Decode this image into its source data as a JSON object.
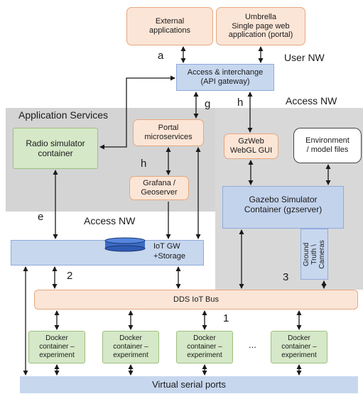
{
  "regions": {
    "application_services_title": "Application Services",
    "access_nw_top": "Access NW",
    "access_nw_middle": "Access NW",
    "user_nw": "User NW"
  },
  "boxes": {
    "external_apps": "External\napplications",
    "umbrella_spa": "Umbrella\nSingle page web\napplication (portal)",
    "api_gateway": "Access & interchange\n(API gateway)",
    "radio_simulator": "Radio simulator\ncontainer",
    "portal_microservices": "Portal\nmicroservices",
    "grafana": "Grafana /\nGeoserver",
    "gzweb": "GzWeb\nWebGL GUI",
    "environment_files": "Environment\n/ model files",
    "gazebo": "Gazebo Simulator\nContainer (gzserver)",
    "ground_truth": "Ground\nTruth \\\nCameras",
    "iot_gw": "IoT GW\n+Storage",
    "dds_bus": "DDS IoT Bus",
    "docker_container": "Docker\ncontainer –\nexperiment",
    "ellipsis": "...",
    "serial_ports": "Virtual serial ports"
  },
  "labels": {
    "a": "a",
    "g": "g",
    "h1": "h",
    "h2": "h",
    "e": "e",
    "n1": "1",
    "n2": "2",
    "n3": "3"
  },
  "colors": {
    "peach_fill": "#fbe5d6",
    "peach_border": "#e6a77f",
    "green_fill": "#d5e8c8",
    "blue_fill": "#c7d7ee",
    "region_gray": "#d9d9d9",
    "connector": "#1a1a1a"
  }
}
